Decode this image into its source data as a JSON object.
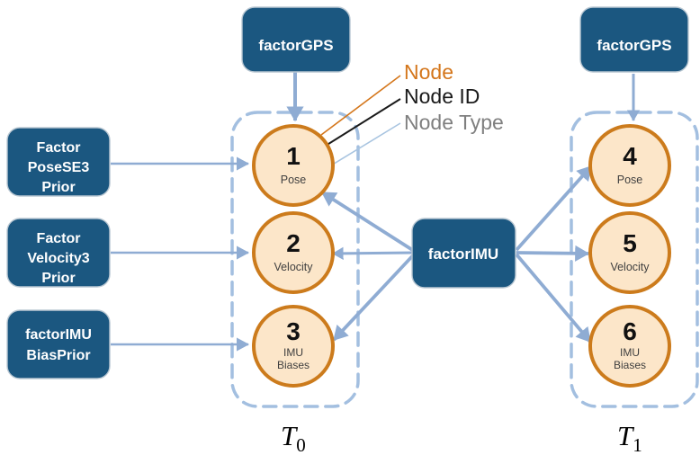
{
  "colors": {
    "factor_box_fill": "#1B5780",
    "factor_box_text": "#FFFFFF",
    "node_fill": "#FCE6C9",
    "node_border": "#CC7B1C",
    "node_id_text": "#111111",
    "node_type_text": "#3F3F3F",
    "arrow": "#8FACD3",
    "timestep_frame": "#A3BFE0",
    "annotation_node_color": "#D4761B",
    "annotation_node_id_color": "#1A1A1A",
    "annotation_node_type_color": "#7F7F7F"
  },
  "factors": {
    "gps_left": {
      "label": "factorGPS"
    },
    "gps_right": {
      "label": "factorGPS"
    },
    "imu": {
      "label": "factorIMU"
    },
    "pose_prior": {
      "lines": [
        "Factor",
        "PoseSE3",
        "Prior"
      ]
    },
    "velocity_prior": {
      "lines": [
        "Factor",
        "Velocity3",
        "Prior"
      ]
    },
    "imu_bias_prior": {
      "lines": [
        "factorIMU",
        "BiasPrior"
      ]
    }
  },
  "nodes": [
    {
      "id": "1",
      "type": "Pose"
    },
    {
      "id": "2",
      "type": "Velocity"
    },
    {
      "id": "3",
      "type_lines": [
        "IMU",
        "Biases"
      ]
    },
    {
      "id": "4",
      "type": "Pose"
    },
    {
      "id": "5",
      "type": "Velocity"
    },
    {
      "id": "6",
      "type_lines": [
        "IMU",
        "Biases"
      ]
    }
  ],
  "annotations": {
    "node": "Node",
    "node_id": "Node ID",
    "node_type": "Node Type"
  },
  "timesteps": [
    {
      "symbol": "T",
      "subscript": "0"
    },
    {
      "symbol": "T",
      "subscript": "1"
    }
  ]
}
